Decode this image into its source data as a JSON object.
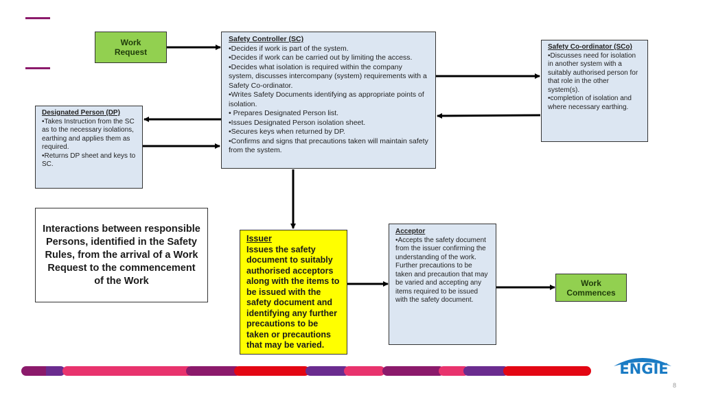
{
  "work_request": {
    "label": "Work\nRequest"
  },
  "work_commences": {
    "label": "Work\nCommences"
  },
  "safety_controller": {
    "heading": "Safety Controller (SC)",
    "bullets": [
      "•Decides if work is part of the system.",
      "•Decides if work can be carried out by limiting the access.",
      "•Decides what isolation is required within the company system, discusses intercompany (system) requirements with a Safety Co-ordinator.",
      "•Writes Safety Documents identifying as appropriate points of isolation.",
      "• Prepares Designated Person list.",
      "•Issues Designated Person isolation sheet.",
      "•Secures keys when returned by DP.",
      "•Confirms and signs that precautions taken will maintain safety from the system."
    ]
  },
  "safety_coordinator": {
    "heading": "Safety Co-ordinator (SCo)",
    "bullets": [
      "•Discusses need for isolation in another system with a suitably authorised person for that role in the other system(s).",
      "•completion of isolation and where necessary earthing."
    ]
  },
  "designated_person": {
    "heading": "Designated Person (DP)",
    "bullets": [
      "•Takes Instruction from the SC as to the necessary isolations, earthing and applies them as required.",
      "•Returns DP sheet and keys to SC."
    ]
  },
  "title": "Interactions between responsible Persons, identified in the Safety Rules, from the arrival of a Work Request to the commencement of the Work",
  "issuer": {
    "heading": "Issuer",
    "text": "Issues the safety document to suitably authorised acceptors along with the items to be issued with the safety document and identifying any further precautions to be taken or precautions that may be varied."
  },
  "acceptor": {
    "heading": "Acceptor",
    "bullets": [
      "•Accepts the safety document from the issuer confirming the understanding of the work. Further precautions to be taken and precaution that may be varied and accepting any items required to be issued with the safety document."
    ]
  },
  "logo": {
    "text": "ENGIE"
  },
  "page_number": "8",
  "colors": {
    "green_box": "#92d050",
    "blue_box": "#dce6f2",
    "issuer_box": "#ffff00",
    "band": [
      "#8b1a6b",
      "#6a2c8f",
      "#e8336d",
      "#e30613",
      "#1a7bc4"
    ]
  }
}
